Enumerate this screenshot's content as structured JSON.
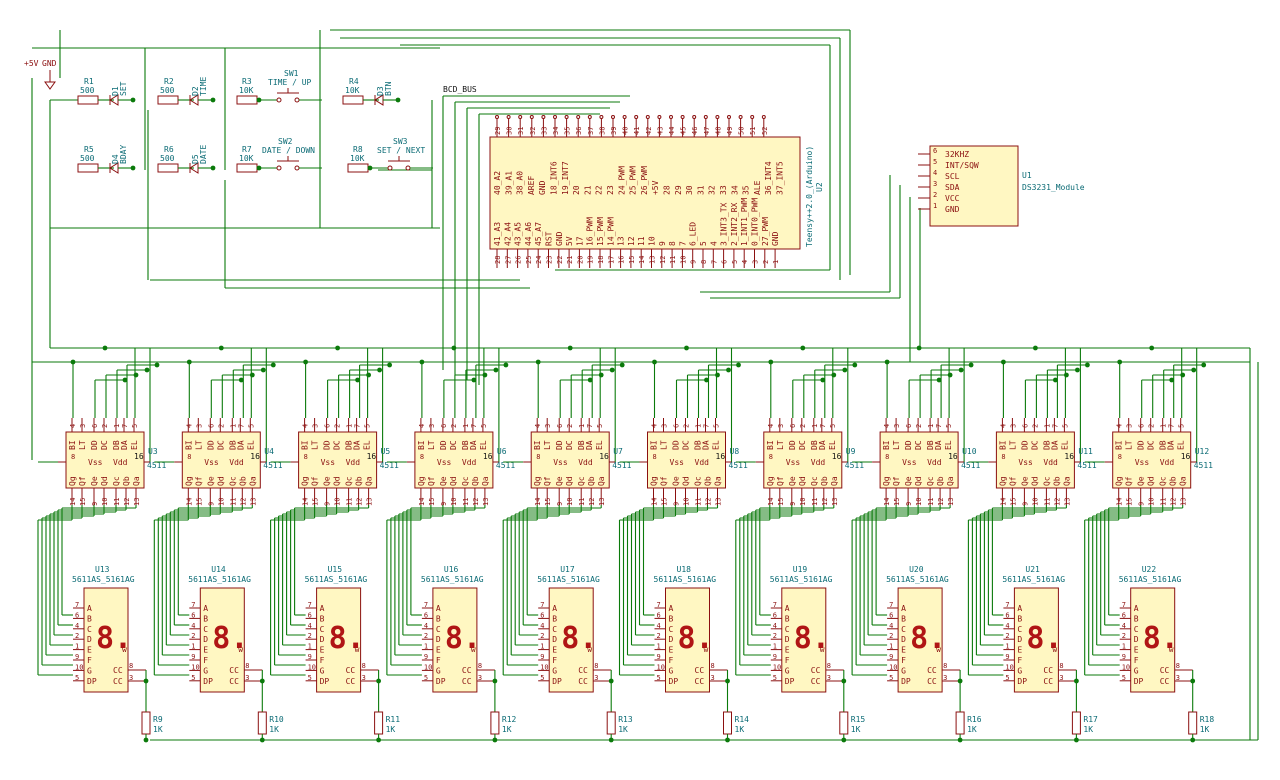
{
  "power": {
    "vcc": "+5V",
    "gnd": "GND"
  },
  "top_left_parts": [
    {
      "ref": "R1",
      "value": "500",
      "led_ref": "D1",
      "led_label": "SET"
    },
    {
      "ref": "R2",
      "value": "500",
      "led_ref": "D2",
      "led_label": "TIME"
    },
    {
      "ref": "R5",
      "value": "500",
      "led_ref": "D4",
      "led_label": "BDAY"
    },
    {
      "ref": "R6",
      "value": "500",
      "led_ref": "D5",
      "led_label": "DATE"
    },
    {
      "ref": "R4",
      "value": "10K",
      "led_ref": "D3",
      "led_label": "BTN"
    }
  ],
  "switches": [
    {
      "res_ref": "R3",
      "res_value": "10K",
      "ref": "SW1",
      "label": "TIME / UP"
    },
    {
      "res_ref": "R7",
      "res_value": "10K",
      "ref": "SW2",
      "label": "DATE / DOWN"
    },
    {
      "res_ref": "R8",
      "res_value": "10K",
      "ref": "SW3",
      "label": "SET / NEXT"
    }
  ],
  "bus_label": "BCD_BUS",
  "teensy": {
    "ref": "U2",
    "name": "Teensy++2.0_(Arduino)",
    "top_pins": [
      "29",
      "30",
      "31",
      "32",
      "33",
      "34",
      "35",
      "36",
      "37",
      "38",
      "39",
      "40",
      "41",
      "42",
      "43",
      "44",
      "45",
      "46",
      "47",
      "48",
      "49",
      "50",
      "51",
      "52"
    ],
    "top_labels": [
      "40_A2",
      "39_A1",
      "38_A0",
      "AREF",
      "GND",
      "18_INT6",
      "19_INT7",
      "20",
      "21",
      "22",
      "23",
      "24_PWM",
      "25_PWM",
      "26_PWM",
      "+5V",
      "28",
      "29",
      "30",
      "31",
      "32",
      "33",
      "34",
      "35",
      "ALE",
      "36_INT4",
      "37_INT5"
    ],
    "bottom_pins": [
      "28",
      "27",
      "26",
      "25",
      "24",
      "23",
      "22",
      "21",
      "20",
      "19",
      "18",
      "17",
      "16",
      "15",
      "14",
      "13",
      "12",
      "11",
      "10",
      "9",
      "8",
      "7",
      "6",
      "5",
      "4",
      "3",
      "2",
      "1"
    ],
    "bottom_labels": [
      "41_A3",
      "42_A4",
      "43_A5",
      "44_A6",
      "45_A7",
      "RST",
      "GND",
      "5V",
      "17",
      "16_PWM",
      "15_PWM",
      "14_PWM",
      "13",
      "12",
      "11",
      "10",
      "9",
      "8",
      "7",
      "6_LED",
      "5",
      "4",
      "3_INT3_TX",
      "2_INT2_RX",
      "1_INT1_PWM",
      "0_INT0_PWM",
      "27_PWM",
      "GND"
    ]
  },
  "rtc": {
    "ref": "U1",
    "name": "DS3231_Module",
    "pins": [
      {
        "num": "6",
        "label": "32KHZ"
      },
      {
        "num": "5",
        "label": "INT/SQW"
      },
      {
        "num": "4",
        "label": "SCL"
      },
      {
        "num": "3",
        "label": "SDA"
      },
      {
        "num": "2",
        "label": "VCC"
      },
      {
        "num": "1",
        "label": "GND"
      }
    ]
  },
  "decoder": {
    "part": "4511",
    "refs": [
      "U3",
      "U4",
      "U5",
      "U6",
      "U7",
      "U8",
      "U9",
      "U10",
      "U11",
      "U12"
    ],
    "top_pin_nums": [
      "4",
      "3",
      "6",
      "2",
      "1",
      "7",
      "5"
    ],
    "top_labels": [
      "BI",
      "LT",
      "DD",
      "DC",
      "DB",
      "DA",
      "EL"
    ],
    "vss_label": "Vss",
    "vdd_label": "Vdd",
    "left_pin": "8",
    "right_pin": "16",
    "bottom_labels": [
      "Qg",
      "Qf",
      "Qe",
      "Qd",
      "Qc",
      "Qb",
      "Qa"
    ],
    "bottom_pin_nums": [
      "14",
      "15",
      "9",
      "10",
      "11",
      "12",
      "13"
    ]
  },
  "display": {
    "part": "5611AS_5161AG",
    "refs": [
      "U13",
      "U14",
      "U15",
      "U16",
      "U17",
      "U18",
      "U19",
      "U20",
      "U21",
      "U22"
    ],
    "pin_nums": [
      "7",
      "6",
      "4",
      "2",
      "1",
      "9",
      "10",
      "5"
    ],
    "pin_labels": [
      "A",
      "B",
      "C",
      "D",
      "E",
      "F",
      "G",
      "DP"
    ],
    "cc_label": "CC",
    "cc_pins": [
      "8",
      "3"
    ],
    "glyph": "8.",
    "glyph_sub": "w"
  },
  "bottom_resistors": {
    "refs": [
      "R9",
      "R10",
      "R11",
      "R12",
      "R13",
      "R14",
      "R15",
      "R16",
      "R17",
      "R18"
    ],
    "value": "1K"
  }
}
